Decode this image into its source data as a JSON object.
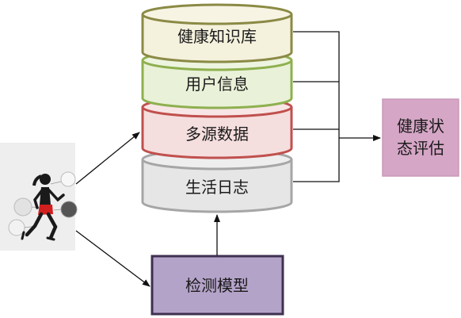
{
  "cylinders": [
    {
      "key": "kb",
      "label": "健康知识库",
      "fill": "#f4f1dd",
      "top": "#f7f4e4",
      "stroke": "#8b8a45"
    },
    {
      "key": "user",
      "label": "用户信息",
      "fill": "#e9f1d8",
      "top": "#edf4df",
      "stroke": "#8eb04f"
    },
    {
      "key": "multi",
      "label": "多源数据",
      "fill": "#f5dede",
      "top": "#f8e6e6",
      "stroke": "#c0504d"
    },
    {
      "key": "life",
      "label": "生活日志",
      "fill": "#e6e6e6",
      "top": "#eeeeee",
      "stroke": "#a6a6a6"
    }
  ],
  "assessment": {
    "line1": "健康状",
    "line2": "态评估",
    "fill": "#d5a6c6",
    "stroke": "#c99ab9"
  },
  "model": {
    "label": "检测模型",
    "fill": "#b4a3c9",
    "stroke": "#3f3151"
  },
  "icon": {
    "name": "runner-sensors-icon"
  }
}
